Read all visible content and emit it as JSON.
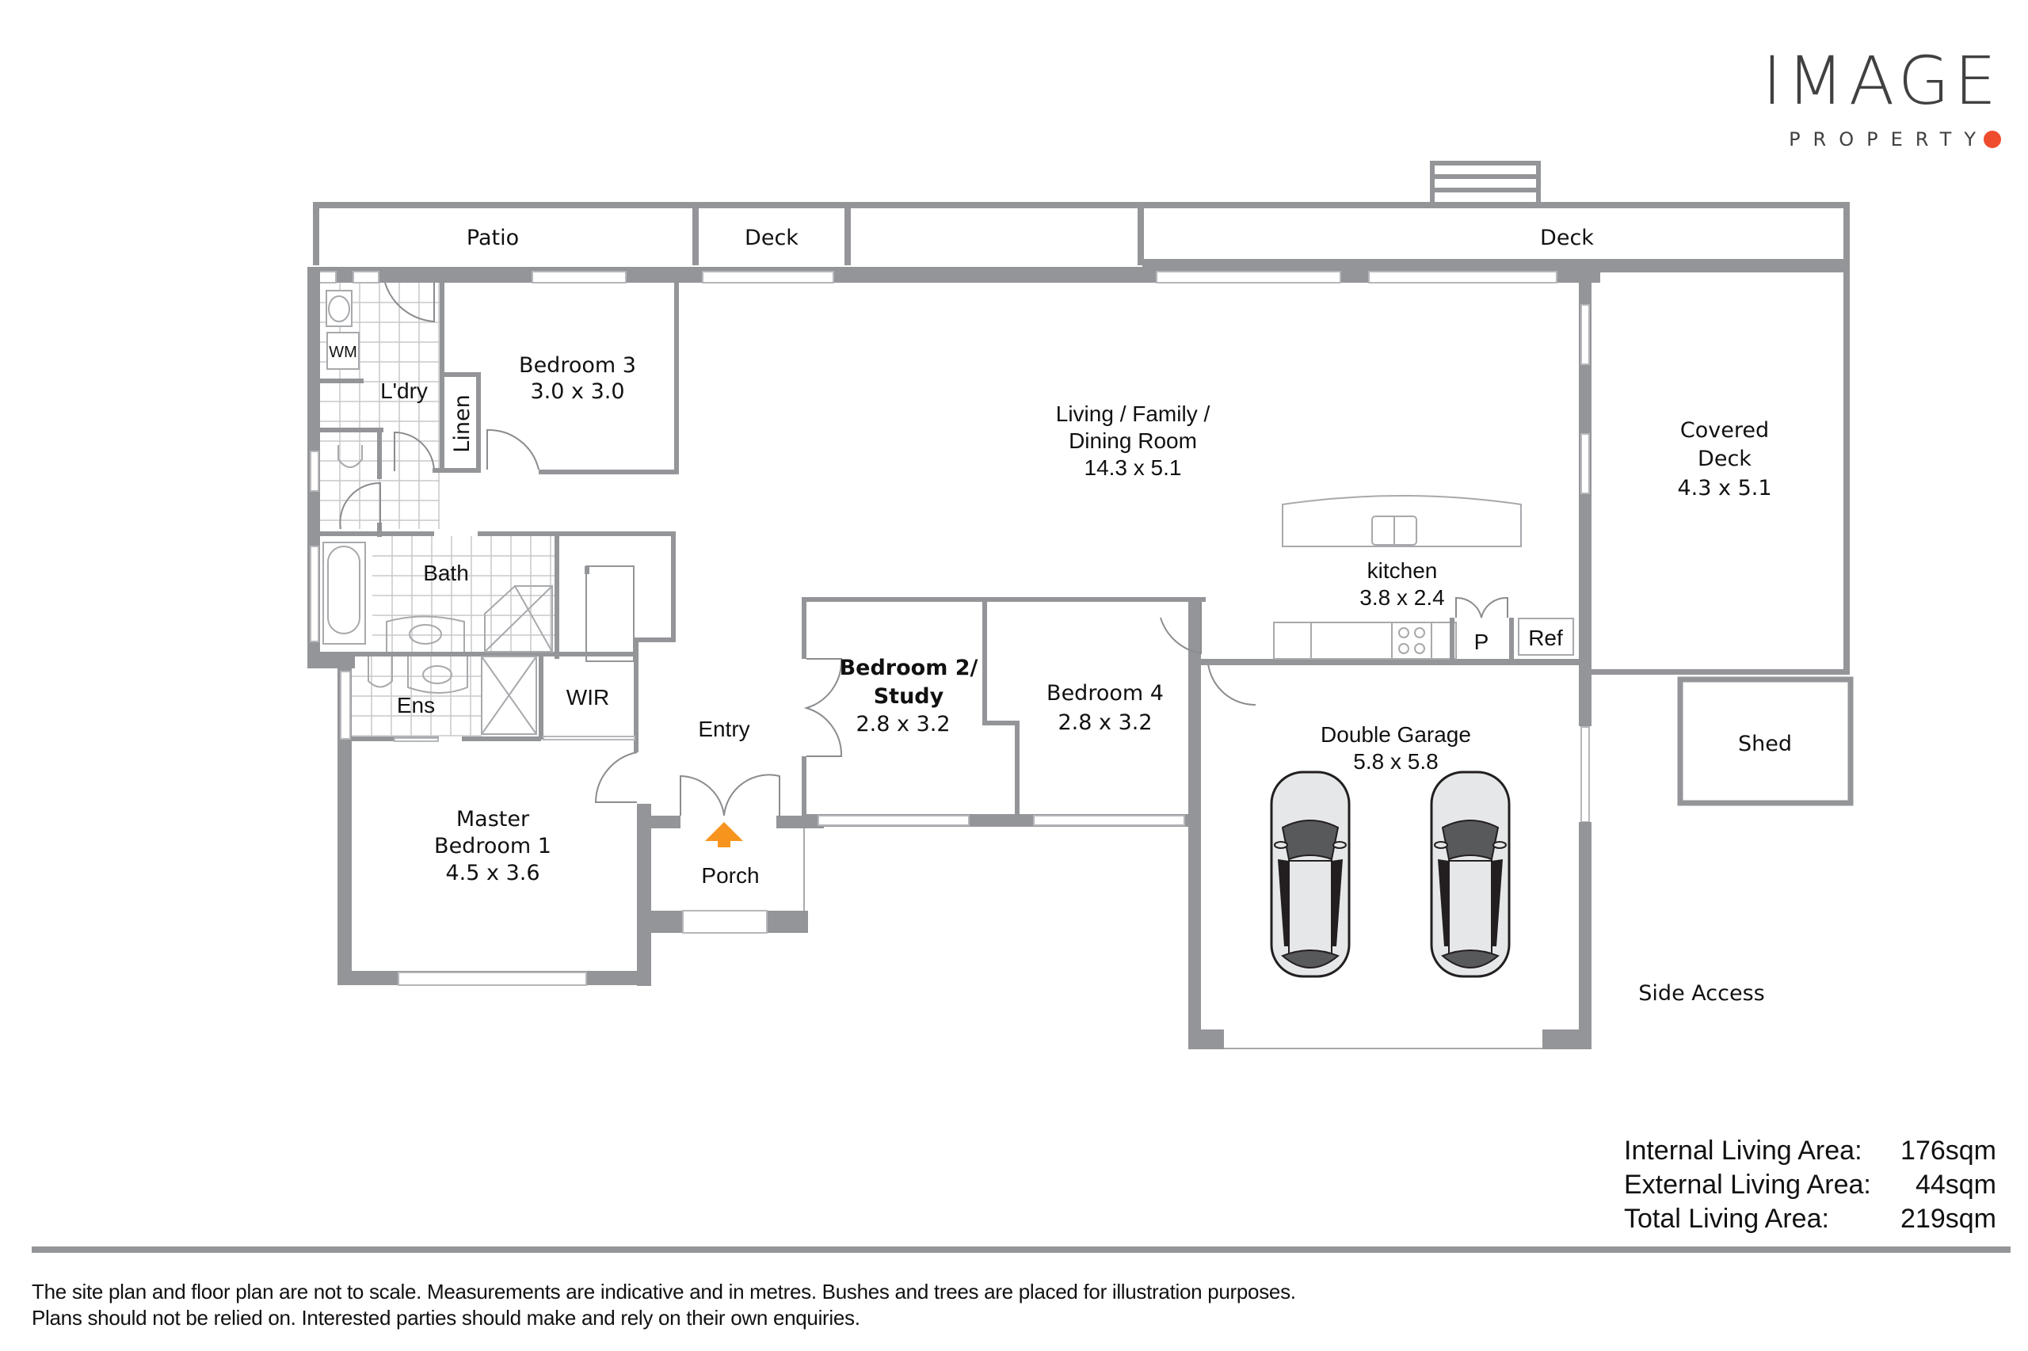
{
  "brand": {
    "name": "IMAGE",
    "tagline": "PROPERTY",
    "accent_color": "#ef4b2d"
  },
  "colors": {
    "wall": "#939598",
    "entry_arrow": "#f7941d"
  },
  "rooms": {
    "patio": {
      "name": "Patio"
    },
    "deck_small": {
      "name": "Deck"
    },
    "deck_main": {
      "name": "Deck"
    },
    "laundry": {
      "name": "L'dry"
    },
    "washing_machine": {
      "name": "WM"
    },
    "linen": {
      "name": "Linen"
    },
    "bedroom3": {
      "name": "Bedroom 3",
      "size": "3.0 x 3.0"
    },
    "living": {
      "name_line1": "Living / Family /",
      "name_line2": "Dining Room",
      "size": "14.3 x 5.1"
    },
    "covered_deck": {
      "name_line1": "Covered",
      "name_line2": "Deck",
      "size": "4.3 x 5.1"
    },
    "kitchen": {
      "name": "kitchen",
      "size": "3.8 x 2.4"
    },
    "pantry": {
      "name": "P"
    },
    "fridge": {
      "name": "Ref"
    },
    "bath": {
      "name": "Bath"
    },
    "ensuite": {
      "name": "Ens"
    },
    "wir": {
      "name": "WIR"
    },
    "entry": {
      "name": "Entry"
    },
    "bedroom2": {
      "name_line1": "Bedroom 2/",
      "name_line2": "Study",
      "size": "2.8 x 3.2"
    },
    "bedroom4": {
      "name": "Bedroom 4",
      "size": "2.8 x 3.2"
    },
    "garage": {
      "name": "Double Garage",
      "size": "5.8 x 5.8"
    },
    "shed": {
      "name": "Shed"
    },
    "master": {
      "name_line1": "Master",
      "name_line2": "Bedroom 1",
      "size": "4.5 x 3.6"
    },
    "porch": {
      "name": "Porch"
    },
    "side_access": {
      "name": "Side Access"
    }
  },
  "areas": [
    {
      "label": "Internal Living Area:",
      "value": "176sqm"
    },
    {
      "label": "External Living Area:",
      "value": "44sqm"
    },
    {
      "label": "Total Living Area:",
      "value": "219sqm"
    }
  ],
  "disclaimer": {
    "line1": "The site plan and floor plan are not to scale. Measurements are indicative and in metres. Bushes and trees are placed for illustration purposes.",
    "line2": "Plans should not be relied on. Interested parties should make and rely on their own enquiries."
  }
}
